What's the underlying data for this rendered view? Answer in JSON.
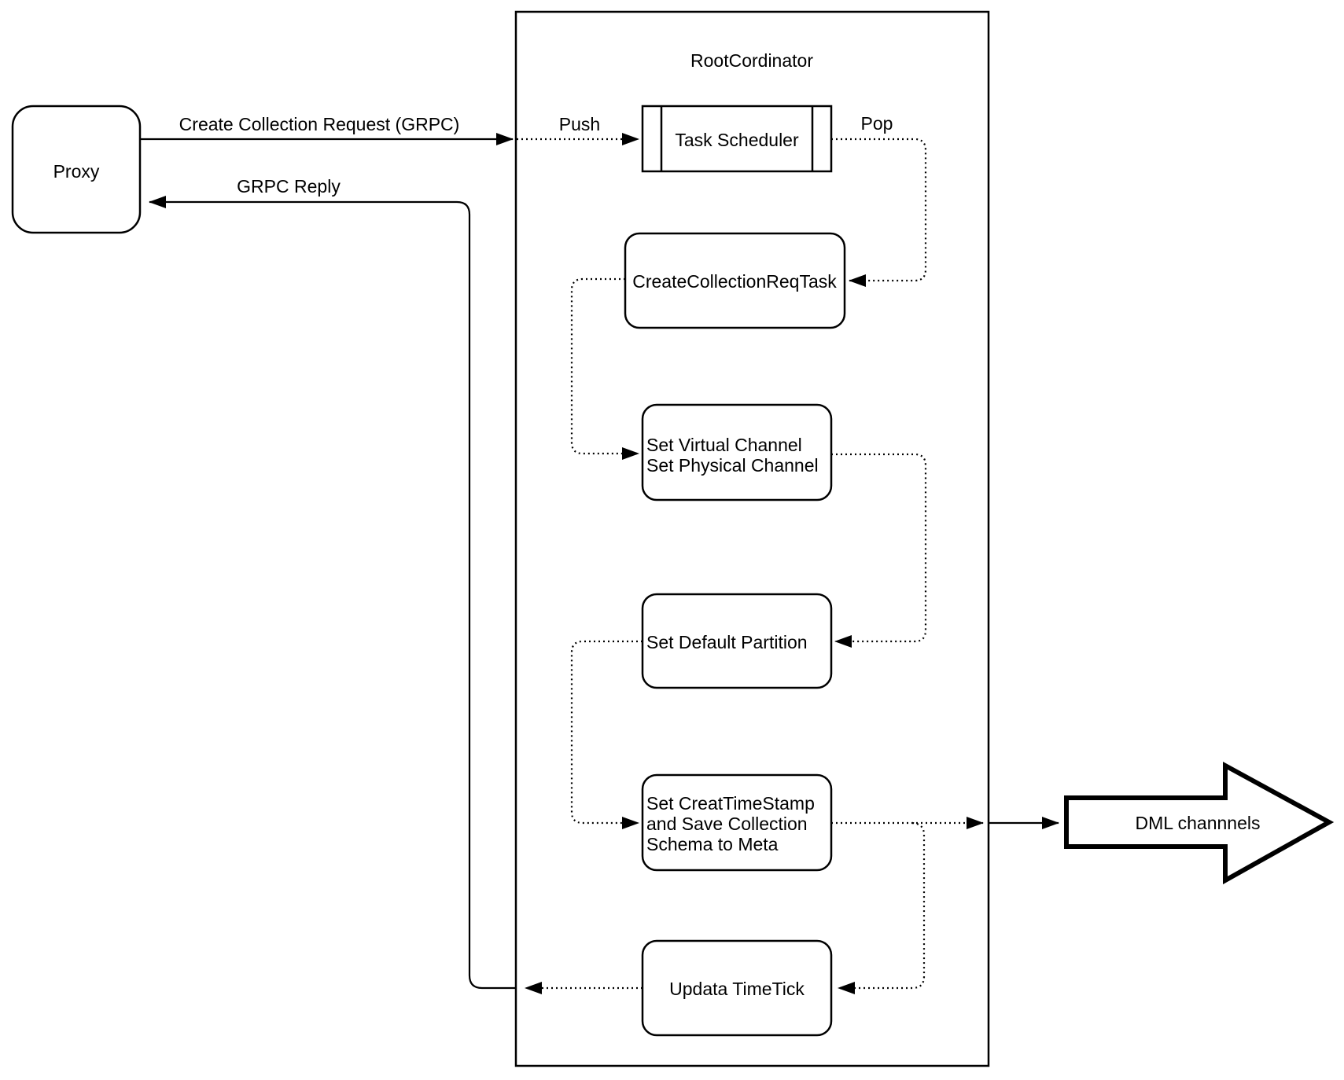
{
  "diagram": {
    "container_title": "RootCordinator",
    "nodes": {
      "proxy": "Proxy",
      "task_scheduler": "Task Scheduler",
      "create_collection_req_task": "CreateCollectionReqTask",
      "set_virtual_channel_line1": "Set Virtual Channel",
      "set_virtual_channel_line2": "Set Physical Channel",
      "set_default_partition": "Set Default Partition",
      "set_creat_timestamp_line1": "Set CreatTimeStamp",
      "set_creat_timestamp_line2": "and Save Collection",
      "set_creat_timestamp_line3": "Schema to Meta",
      "updata_timetick": "Updata TimeTick",
      "dml_channels": "DML channnels"
    },
    "edge_labels": {
      "request": "Create Collection Request (GRPC)",
      "reply": "GRPC Reply",
      "push": "Push",
      "pop": "Pop"
    },
    "colors": {
      "stroke": "#000000",
      "background": "#ffffff"
    }
  }
}
